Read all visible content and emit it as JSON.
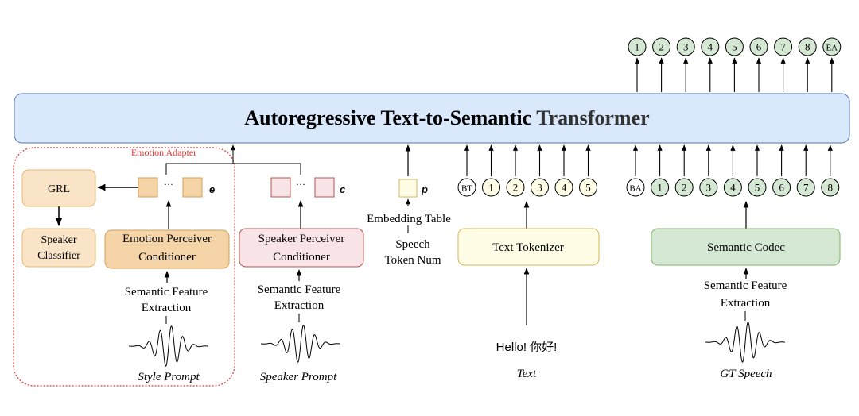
{
  "transformer": {
    "title_bold": "Autoregressive Text-to-Semantic",
    "title_plain": "Transformer",
    "fill": "#dae8fc",
    "stroke": "#6c8ebf"
  },
  "output_tokens": [
    "1",
    "2",
    "3",
    "4",
    "5",
    "6",
    "7",
    "8",
    "EA"
  ],
  "semantic_tokens": [
    "BA",
    "1",
    "2",
    "3",
    "4",
    "5",
    "6",
    "7",
    "8"
  ],
  "text_tokens": [
    "BT",
    "1",
    "2",
    "3",
    "4",
    "5"
  ],
  "emotion_adapter": {
    "label": "Emotion Adapter",
    "grl": "GRL",
    "speaker_classifier": [
      "Speaker",
      "Classifier"
    ],
    "perceiver": [
      "Emotion Perceiver",
      "Conditioner"
    ],
    "ellipsis": "···",
    "vector_symbol": "e",
    "feature": [
      "Semantic Feature",
      "Extraction"
    ],
    "prompt": "Style Prompt"
  },
  "speaker_branch": {
    "perceiver": [
      "Speaker Perceiver",
      "Conditioner"
    ],
    "ellipsis": "···",
    "vector_symbol": "c",
    "feature": [
      "Semantic Feature",
      "Extraction"
    ],
    "prompt": "Speaker Prompt"
  },
  "token_num_branch": {
    "vector_symbol": "p",
    "embedding": "Embedding Table",
    "input": [
      "Speech",
      "Token Num"
    ]
  },
  "text_branch": {
    "tokenizer": "Text Tokenizer",
    "example": "Hello! 你好!",
    "caption": "Text"
  },
  "speech_branch": {
    "codec": "Semantic Codec",
    "feature": [
      "Semantic Feature",
      "Extraction"
    ],
    "caption": "GT Speech"
  },
  "colors": {
    "orange_fill": "#fae4c8",
    "orange_stroke": "#e8b86d",
    "emotion_fill": "#f5d5a8",
    "emotion_stroke": "#d4a055",
    "pink_fill": "#f8e3e6",
    "pink_stroke": "#b85450",
    "yellow_fill": "#fffde6",
    "yellow_stroke": "#d6b656",
    "green_fill": "#d5e8d4",
    "green_stroke": "#82b366",
    "circle_green": "#d5e8d4",
    "adapter_red": "#e53935"
  }
}
